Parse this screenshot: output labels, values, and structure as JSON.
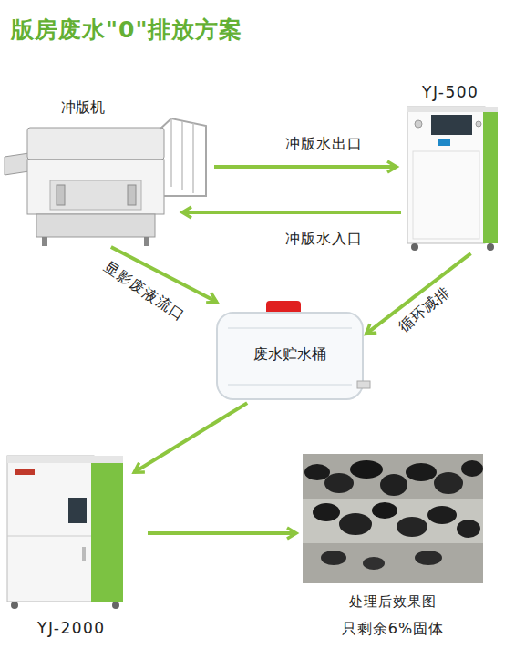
{
  "diagram": {
    "title": "版房废水\"0\"排放方案",
    "nodes": [
      {
        "text": [
          "冲版机"
        ]
      },
      {
        "text": [
          "YJ-500"
        ]
      },
      {
        "text": [
          "废水贮水桶"
        ]
      },
      {
        "text": [
          "YJ-2000"
        ]
      },
      {
        "text": [
          "处理后效果图",
          "只剩余6%固体"
        ]
      }
    ],
    "edges": [
      {
        "from": 0,
        "to": 1,
        "label": "冲版水出口",
        "arrow": "to"
      },
      {
        "from": 1,
        "to": 0,
        "label": "冲版水入口",
        "arrow": "to"
      },
      {
        "from": 0,
        "to": 2,
        "label": "显影废液流口",
        "arrow": "to"
      },
      {
        "from": 1,
        "to": 2,
        "label": "循环减排",
        "arrow": "to"
      },
      {
        "from": 2,
        "to": 3,
        "arrow": "to"
      },
      {
        "from": 3,
        "to": 4,
        "arrow": "to"
      }
    ]
  }
}
